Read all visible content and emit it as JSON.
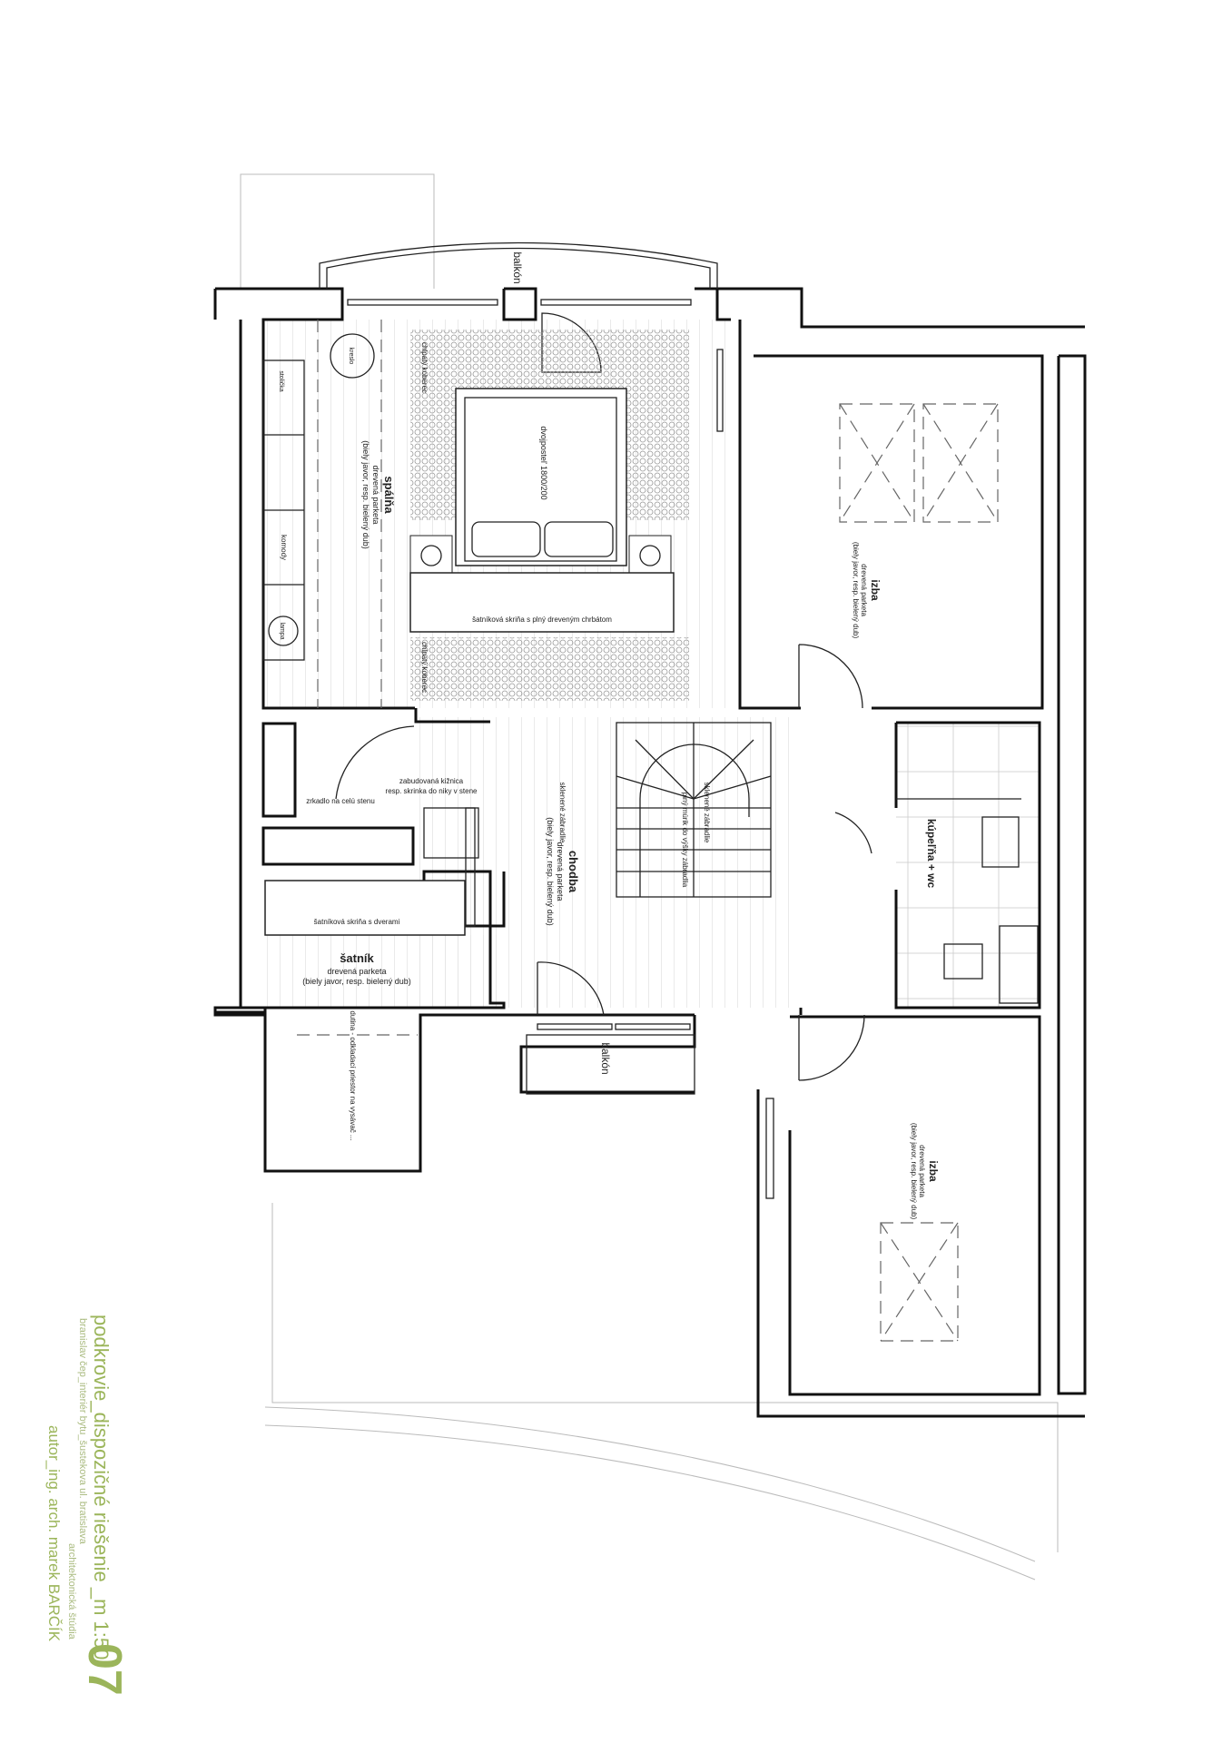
{
  "title": {
    "main": "podkrovie_dispozičné riešenie _m 1:50",
    "number": "07",
    "subtitle": "branislav čep_interiér bytu_šustekova ul. bratislava",
    "studio": "architektonická štúdia",
    "author": "autor_ing. arch. marek BARČÍK"
  },
  "rooms": {
    "balkon_top": "balkón",
    "spalna": {
      "name": "spálňa",
      "floor": "drevená parketa",
      "floor_note": "(biely javor, resp. bielený dub)"
    },
    "bed": "dvojposteľ 1800/200",
    "rug1": "chlpatý koberec",
    "rug2": "chlpatý koberec",
    "wardrobe_bed": "šatníková skriňa s plný dreveným chrbátom",
    "kreslo": "kreslo",
    "chair": "stolička",
    "komody": "komody",
    "lampa": "lampa",
    "mirror": "zrkadlo na celú stenu",
    "bookcase": [
      "zabudovaná kižnica",
      "resp. skrinka do niky v stene"
    ],
    "izba_top": {
      "name": "izba",
      "floor": "drevená parketa",
      "floor_note": "(biely javor, resp. bielený dub)"
    },
    "chodba": {
      "name": "chodba",
      "floor": "drevená parketa",
      "floor_note": "(biely javor, resp. bielený dub)"
    },
    "railing1": "sklenené zábradlie",
    "railing2": "sklenené zábradlie",
    "wall_low": "plný múrik do výšky zábradlia",
    "satnik": {
      "name": "šatník",
      "floor": "drevená parketa",
      "floor_note": "(biely javor, resp. bielený dub)"
    },
    "wardrobe_satnik": "šatníková skriňa s dverami",
    "kupelna": "kúpeľňa + wc",
    "dutina": "dutina - odkladací priestor na vysávač ...",
    "balkon_bottom": "balkón",
    "izba_bottom": {
      "name": "izba",
      "floor": "drevená parketa",
      "floor_note": "(biely javor, resp. bielený dub)"
    }
  },
  "colors": {
    "title": "#9bb55a",
    "walls": "#111111"
  }
}
